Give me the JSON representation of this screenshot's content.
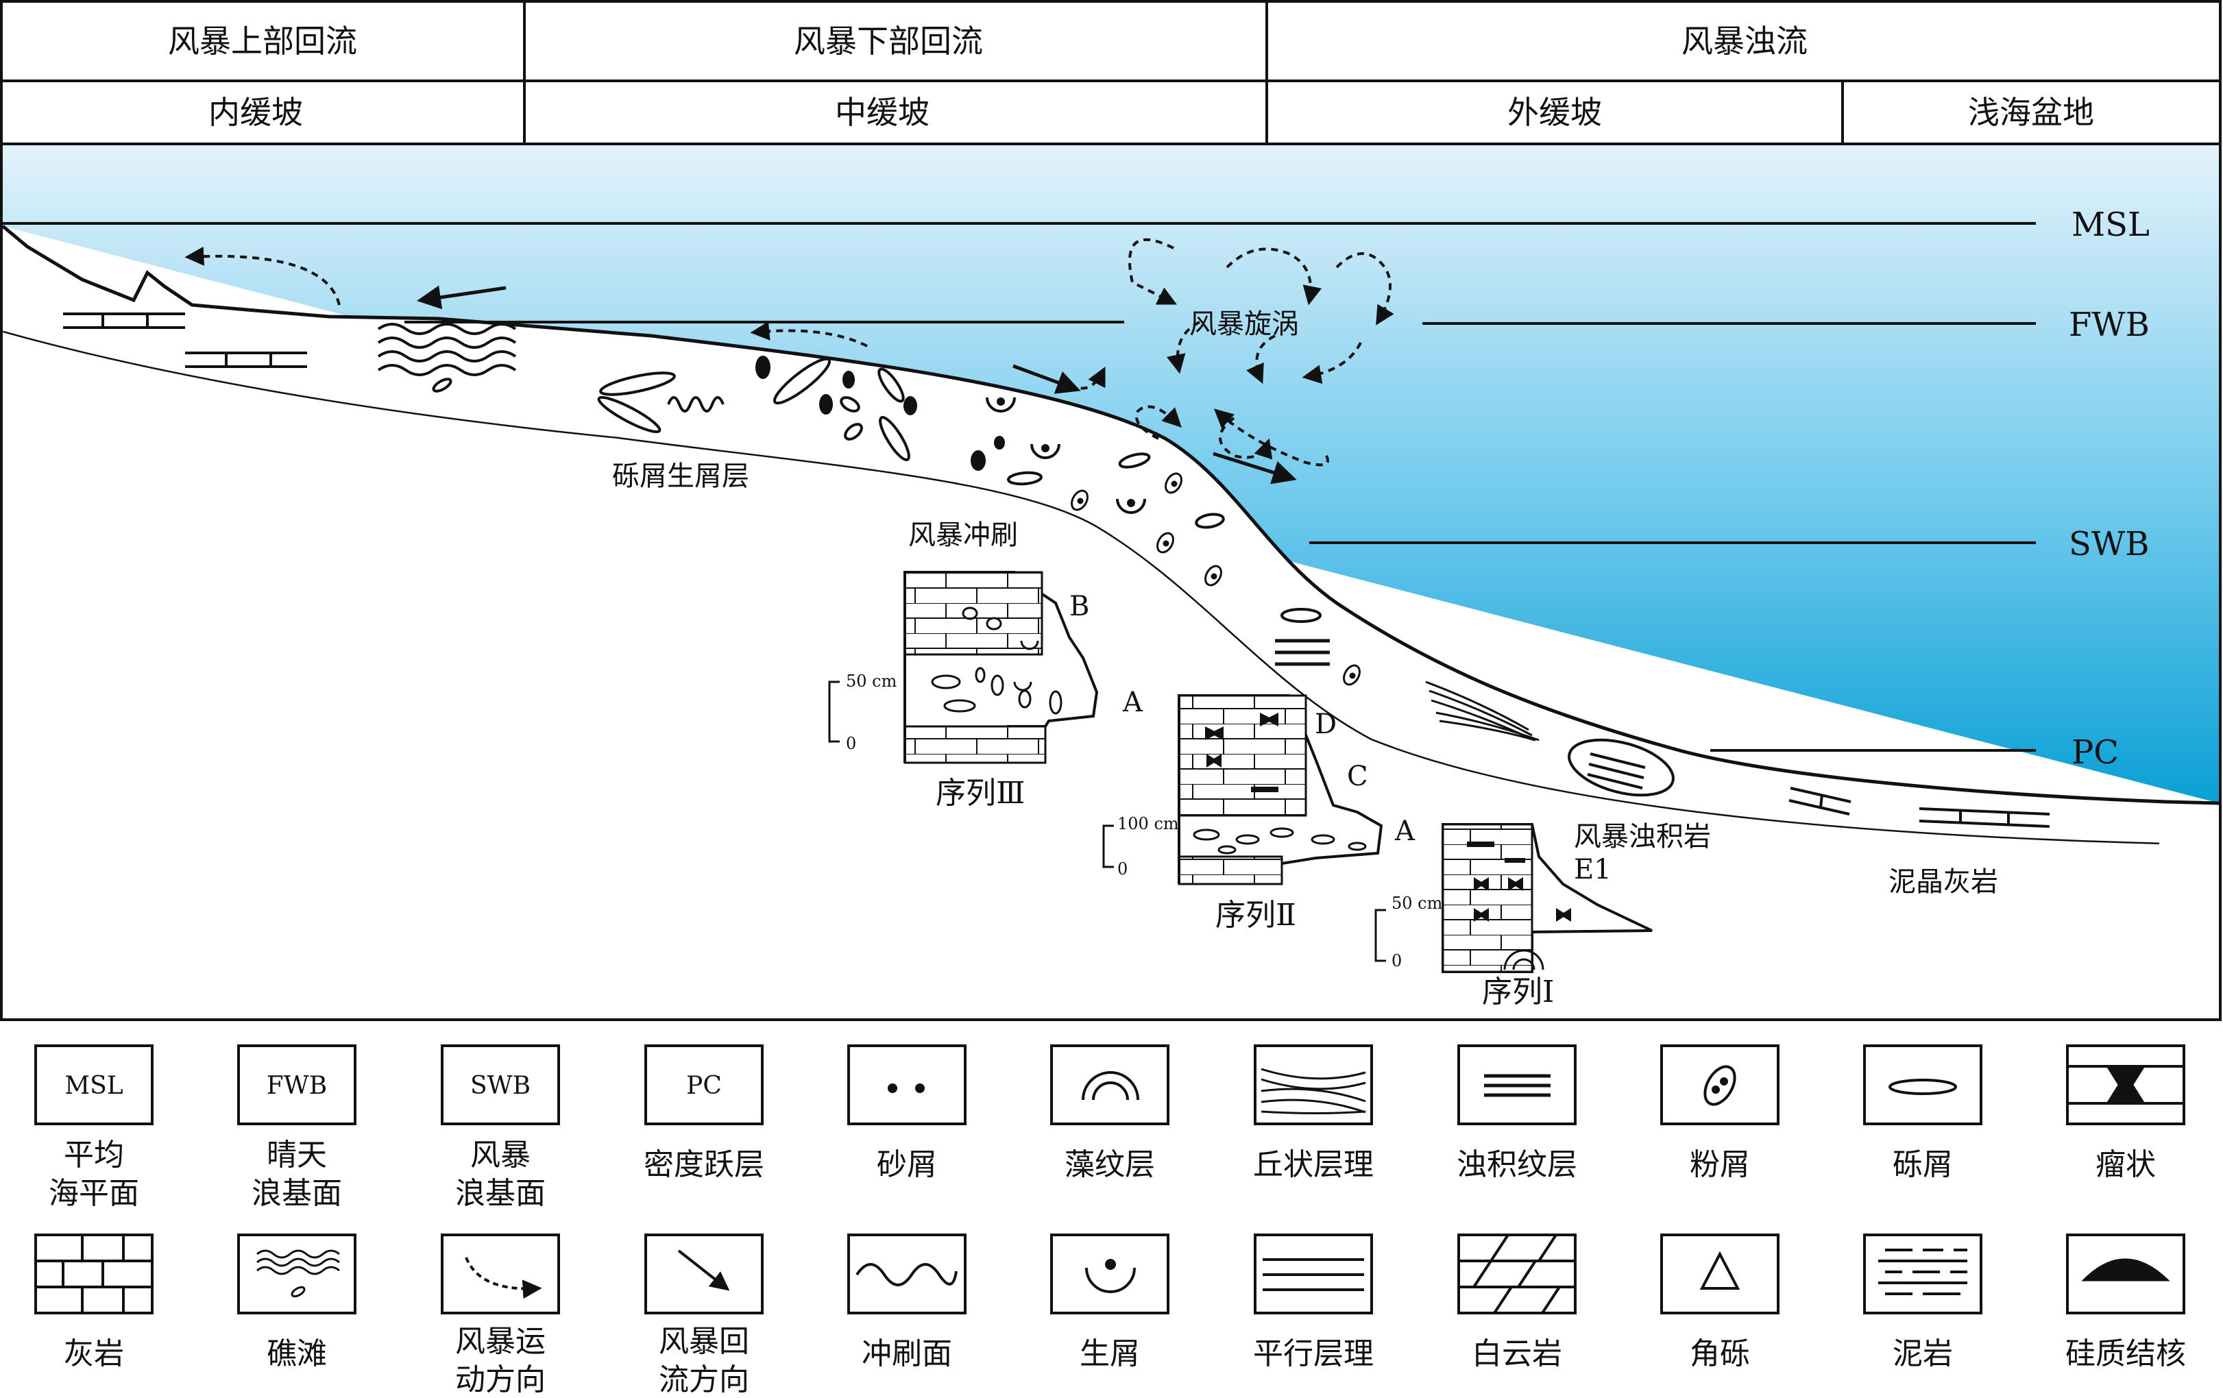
{
  "header": {
    "row1": [
      "风暴上部回流",
      "风暴下部回流",
      "风暴浊流"
    ],
    "row2": [
      "内缓坡",
      "中缓坡",
      "外缓坡",
      "浅海盆地"
    ]
  },
  "levels": {
    "msl": "MSL",
    "fwb": "FWB",
    "swb": "SWB",
    "pc": "PC"
  },
  "annotations": {
    "bioclastic_beds": "砾屑生屑层",
    "storm_scour": "风暴冲刷",
    "storm_vortex": "风暴旋涡",
    "storm_turbidite": "风暴浊积岩",
    "e1": "E1",
    "micrite": "泥晶灰岩"
  },
  "sequences": {
    "s3": {
      "title": "序列Ⅲ",
      "scale": "50 cm",
      "zero": "0",
      "units": [
        "B",
        "A"
      ]
    },
    "s2": {
      "title": "序列Ⅱ",
      "scale": "100 cm",
      "zero": "0",
      "units": [
        "D",
        "C",
        "A"
      ]
    },
    "s1": {
      "title": "序列Ⅰ",
      "scale": "50 cm",
      "zero": "0"
    }
  },
  "legend": {
    "row1": [
      {
        "box": "MSL",
        "label": [
          "平均",
          "海平面"
        ]
      },
      {
        "box": "FWB",
        "label": [
          "晴天",
          "浪基面"
        ]
      },
      {
        "box": "SWB",
        "label": [
          "风暴",
          "浪基面"
        ]
      },
      {
        "box": "PC",
        "label": [
          "密度跃层"
        ]
      },
      {
        "icon": "sand-grains-icon",
        "label": [
          "砂屑"
        ]
      },
      {
        "icon": "algal-lamination-icon",
        "label": [
          "藻纹层"
        ]
      },
      {
        "icon": "hummocky-stratification-icon",
        "label": [
          "丘状层理"
        ]
      },
      {
        "icon": "turbidite-lamination-icon",
        "label": [
          "浊积纹层"
        ]
      },
      {
        "icon": "pellet-icon",
        "label": [
          "粉屑"
        ]
      },
      {
        "icon": "intraclast-icon",
        "label": [
          "砾屑"
        ]
      },
      {
        "icon": "nodular-icon",
        "label": [
          "瘤状"
        ]
      }
    ],
    "row2": [
      {
        "icon": "limestone-icon",
        "label": [
          "灰岩"
        ]
      },
      {
        "icon": "reef-shoal-icon",
        "label": [
          "礁滩"
        ]
      },
      {
        "icon": "storm-motion-arrow-icon",
        "label": [
          "风暴运",
          "动方向"
        ]
      },
      {
        "icon": "storm-return-arrow-icon",
        "label": [
          "风暴回",
          "流方向"
        ]
      },
      {
        "icon": "scour-surface-icon",
        "label": [
          "冲刷面"
        ]
      },
      {
        "icon": "bioclast-icon",
        "label": [
          "生屑"
        ]
      },
      {
        "icon": "parallel-bedding-icon",
        "label": [
          "平行层理"
        ]
      },
      {
        "icon": "dolomite-icon",
        "label": [
          "白云岩"
        ]
      },
      {
        "icon": "breccia-icon",
        "label": [
          "角砾"
        ]
      },
      {
        "icon": "mudstone-icon",
        "label": [
          "泥岩"
        ]
      },
      {
        "icon": "siliceous-nodule-icon",
        "label": [
          "硅质结核"
        ]
      }
    ]
  },
  "colors": {
    "water_top": "#e3f2fb",
    "water_bottom": "#0aa0d6",
    "line": "#111111"
  }
}
